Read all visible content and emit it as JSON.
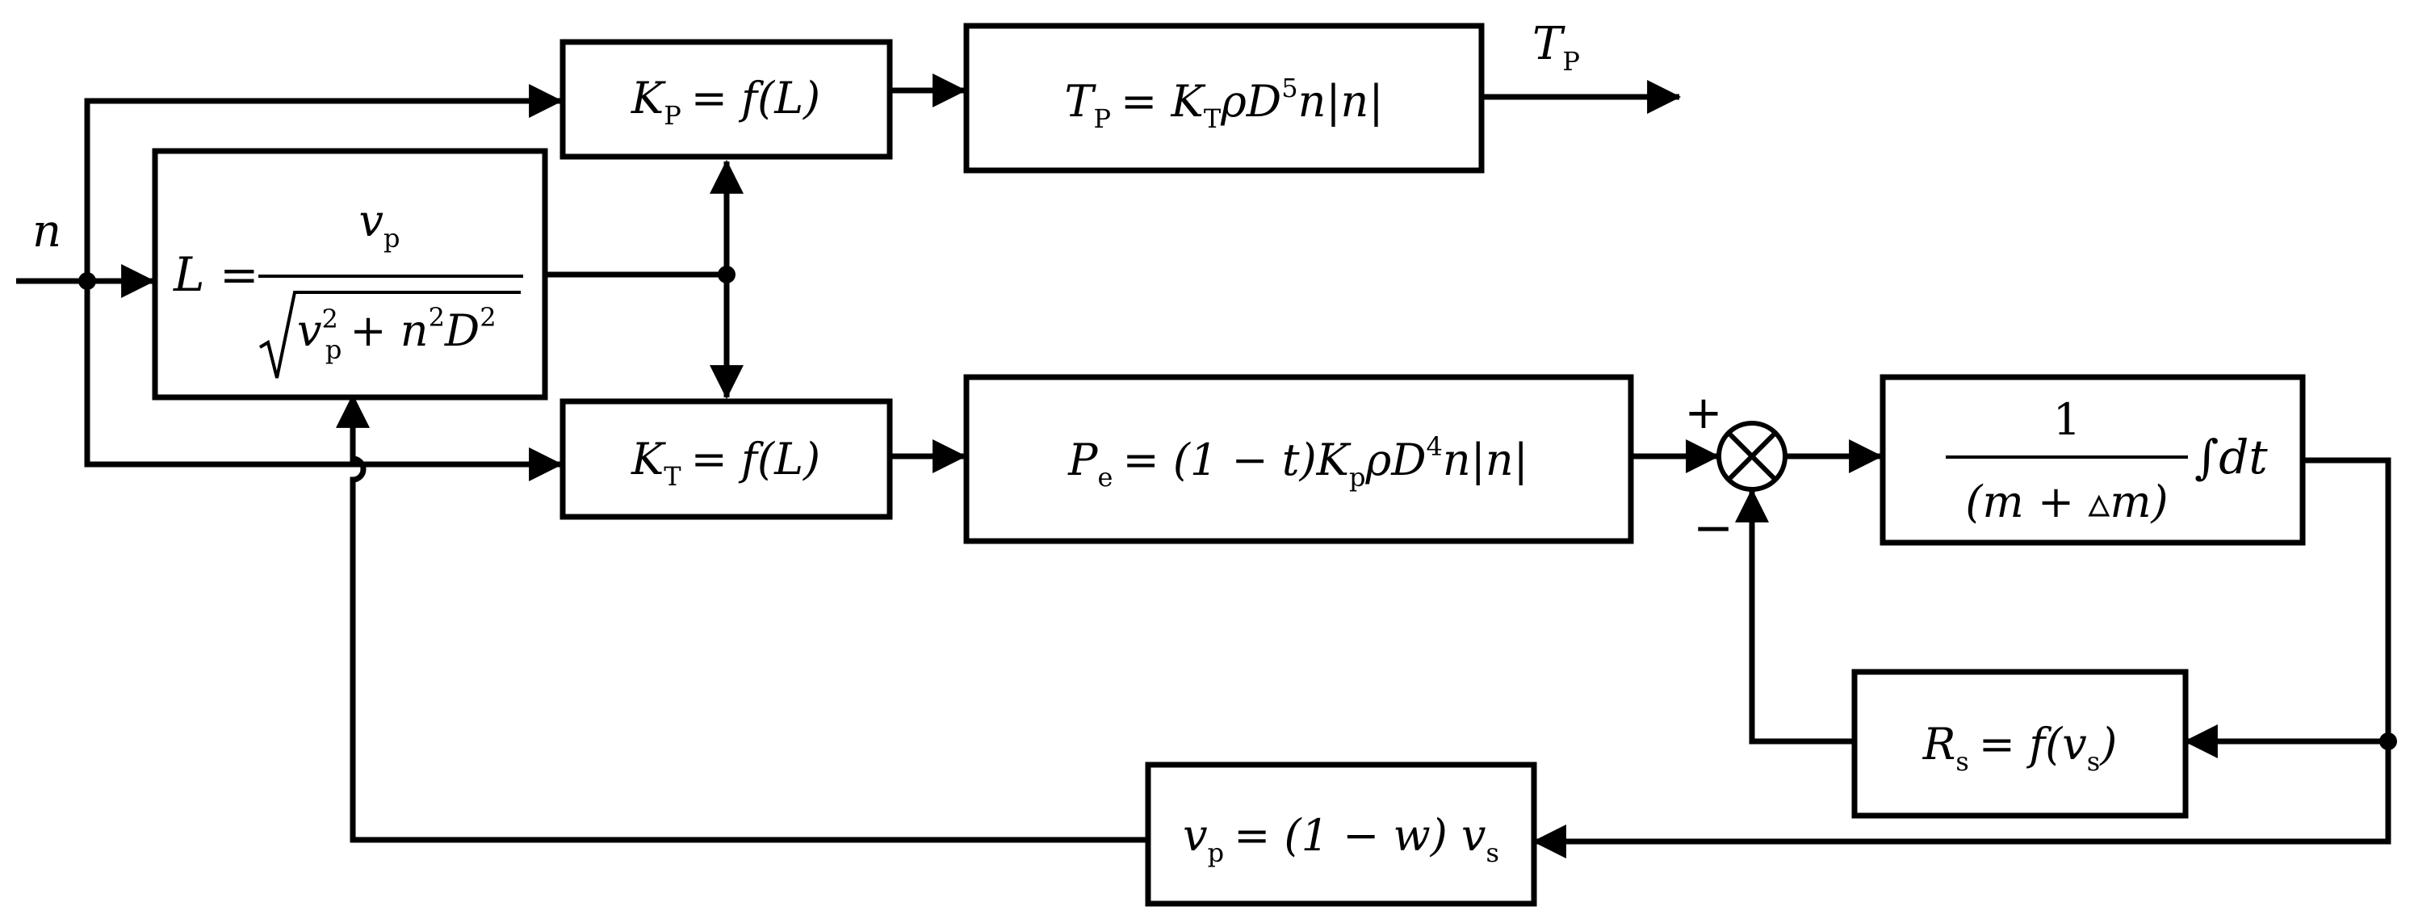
{
  "colors": {
    "line": "#000000",
    "background": "#ffffff"
  },
  "input": {
    "symbol": "n"
  },
  "output": {
    "symbol": "T",
    "sub": "P"
  },
  "sum_signs": {
    "plus": "+",
    "minus": "−"
  },
  "blocks": {
    "kp": {
      "lhs": "K",
      "lhs_sub": "P",
      "rhs": "= f(L)"
    },
    "kt": {
      "lhs": "K",
      "lhs_sub": "T",
      "rhs": "= f(L)"
    },
    "tp": {
      "lhs": "T",
      "lhs_sub": "P",
      "rhs_a": "= K",
      "rhs_a_sub": "T",
      "rhs_b": "ρD",
      "rhs_b_sup": "5",
      "rhs_c": "n|n|"
    },
    "pe": {
      "lhs": "P",
      "lhs_sub": "e",
      "rhs_a": "= (1 − t)K",
      "rhs_a_sub": "p",
      "rhs_b": "ρD",
      "rhs_b_sup": "4",
      "rhs_c": "n|n|"
    },
    "l": {
      "lhs": "L =",
      "num": "v",
      "num_sub": "p",
      "den_a": "v",
      "den_a_sup": "2",
      "den_a_sub": "p",
      "den_b": "+ n",
      "den_b_sup": "2",
      "den_c": "D",
      "den_c_sup": "2"
    },
    "integ": {
      "num": "1",
      "den": "(m + ▵m)",
      "tail": "∫dt"
    },
    "rs": {
      "lhs": "R",
      "lhs_sub": "s",
      "rhs_a": "= f(v",
      "rhs_a_sub": "s",
      "rhs_b": ")"
    },
    "vp": {
      "lhs": "v",
      "lhs_sub": "p",
      "rhs_a": "= (1 − w) v",
      "rhs_a_sub": "s"
    }
  }
}
